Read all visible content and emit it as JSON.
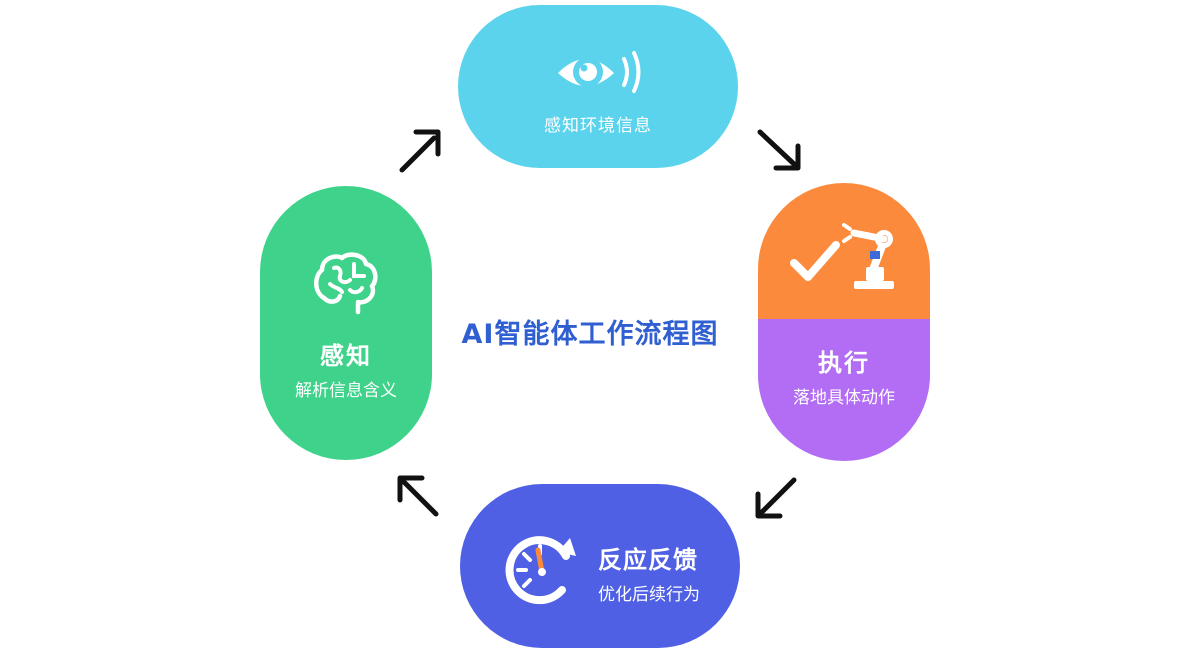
{
  "title": "AI智能体工作流程图",
  "nodes": {
    "perceive_env": {
      "label": "感知环境信息",
      "color": "#5bd3ec",
      "icon": "eye-icon"
    },
    "perception": {
      "title": "感知",
      "subtitle": "解析信息含义",
      "color": "#3ed28a",
      "icon": "brain-icon"
    },
    "execute": {
      "title": "执行",
      "subtitle": "落地具体动作",
      "color_top": "#fb8a3c",
      "color_bottom": "#b26df4",
      "icon": "check-robot-arm-icon"
    },
    "feedback": {
      "title": "反应反馈",
      "subtitle": "优化后续行为",
      "color": "#4f60e4",
      "icon": "refresh-gauge-icon"
    }
  },
  "title_color": "#2f5fd0",
  "arrow_color": "#111111"
}
